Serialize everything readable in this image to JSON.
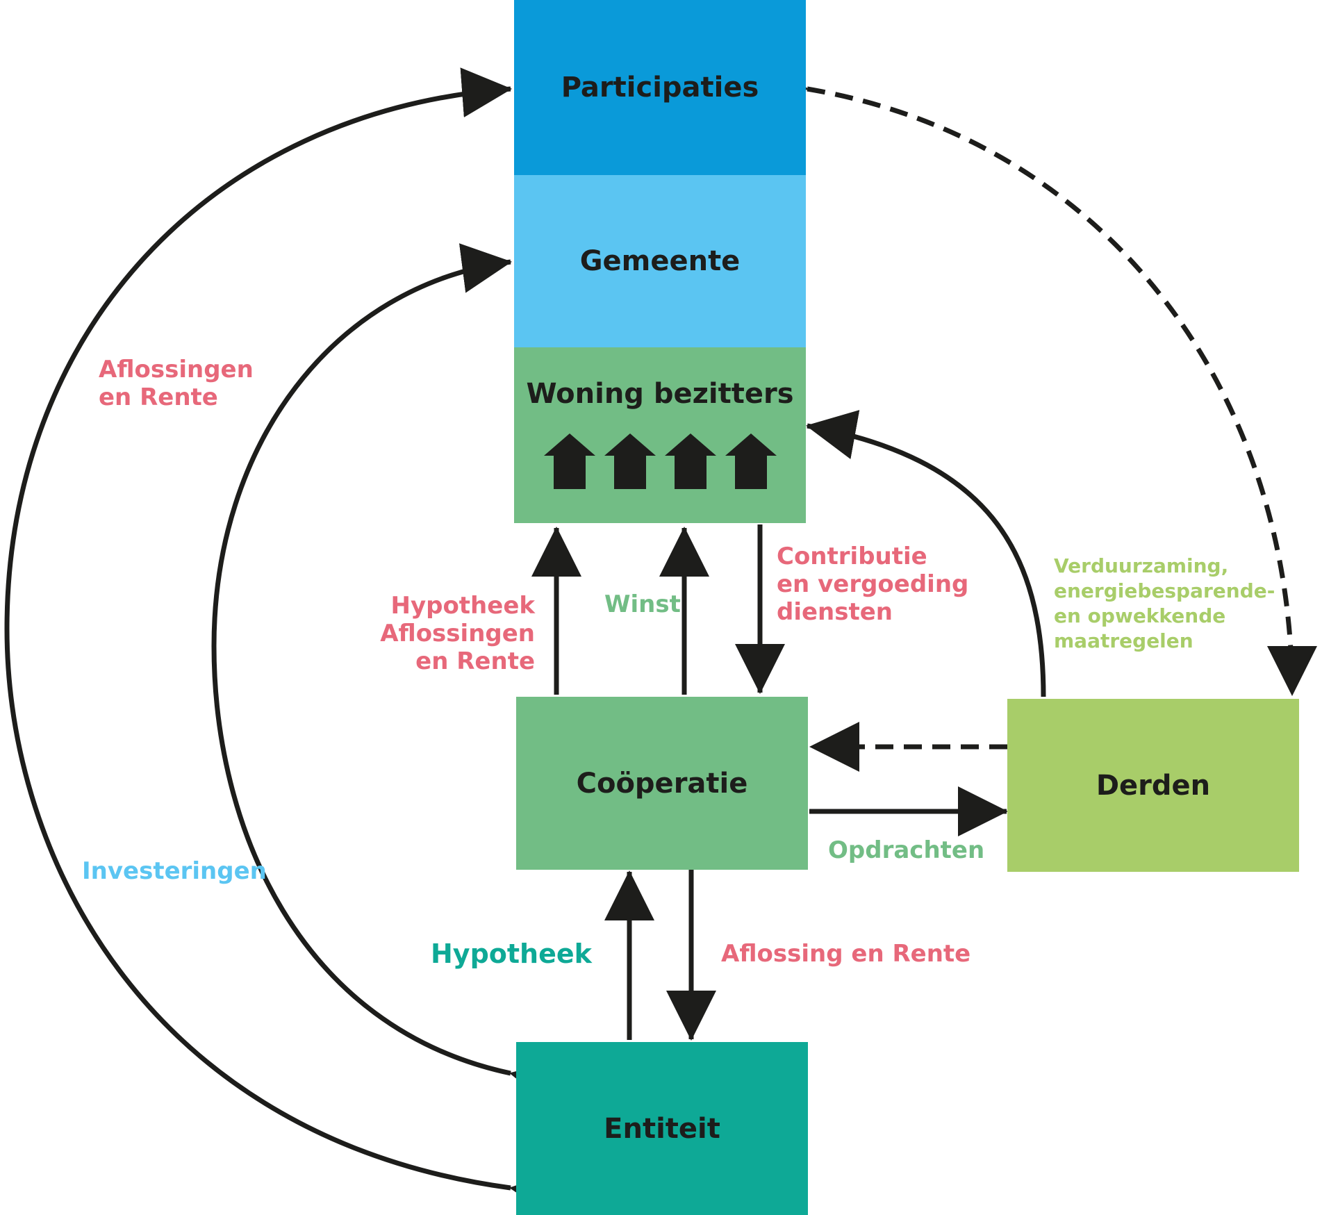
{
  "colors": {
    "participaties": "#0a9ad9",
    "gemeente": "#5bc5f2",
    "woning": "#72bd85",
    "cooperatie": "#72bd85",
    "derden": "#a8cd69",
    "entiteit": "#0ea996",
    "arrow": "#1d1d1b",
    "red_label": "#e7687a",
    "blue_label": "#5bc5f2",
    "green_label": "#72bd85",
    "teal_label": "#0ea996",
    "lime_label": "#a8cd69"
  },
  "nodes": {
    "participaties": "Participaties",
    "gemeente": "Gemeente",
    "woning": "Woning bezitters",
    "cooperatie": "Coöperatie",
    "derden": "Derden",
    "entiteit": "Entiteit"
  },
  "house_icons": [
    "house-icon",
    "house-icon",
    "house-icon",
    "house-icon"
  ],
  "labels": {
    "aflossingen_rente": "Aflossingen\nen Rente",
    "investeringen": "Investeringen",
    "hypotheek_aflossingen": "Hypotheek\nAflossingen\nen Rente",
    "winst": "Winst",
    "contributie": "Contributie\nen vergoeding\ndiensten",
    "verduurzaming": "Verduurzaming,\nenergiebesparende-\nen opwekkende\nmaatregelen",
    "opdrachten": "Opdrachten",
    "hypotheek": "Hypotheek",
    "aflossing_rente": "Aflossing en Rente"
  }
}
